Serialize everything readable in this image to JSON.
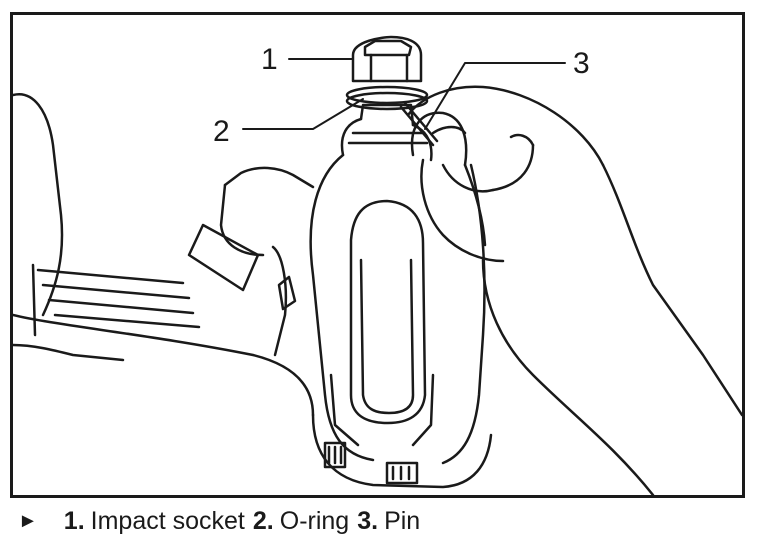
{
  "figure": {
    "callouts": [
      {
        "number": "1"
      },
      {
        "number": "2"
      },
      {
        "number": "3"
      }
    ]
  },
  "caption": {
    "bullet": "►",
    "items": [
      {
        "number": "1.",
        "label": "Impact socket"
      },
      {
        "number": "2.",
        "label": "O-ring"
      },
      {
        "number": "3.",
        "label": "Pin"
      }
    ]
  }
}
